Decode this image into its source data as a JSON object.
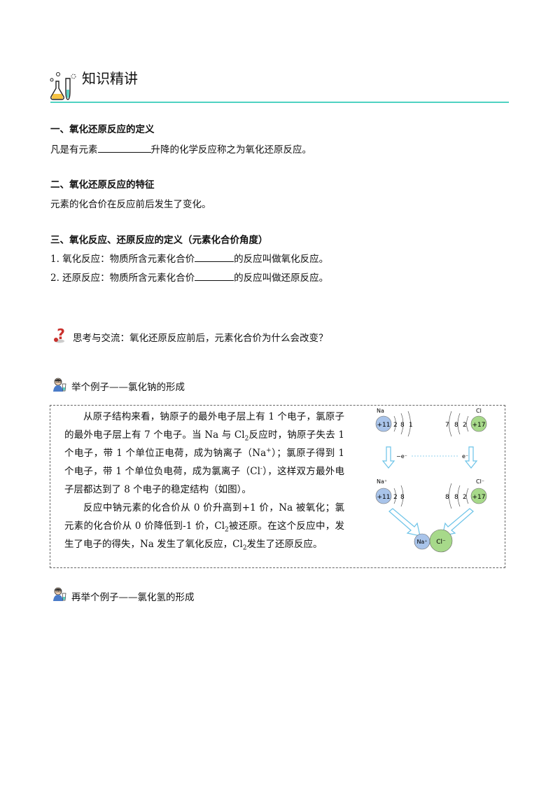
{
  "header": {
    "title": "知识精讲"
  },
  "sections": [
    {
      "heading": "一、氧化还原反应的定义",
      "line1_pre": "凡是有元素",
      "line1_post": "升降的化学反应称之为氧化还原反应。"
    },
    {
      "heading": "二、氧化还原反应的特征",
      "line1": "元素的化合价在反应前后发生了变化。"
    },
    {
      "heading": "三、氧化反应、还原反应的定义（元素化合价角度）",
      "item1_pre": "1. 氧化反应：物质所含元素化合价",
      "item1_post": "的反应叫做氧化反应。",
      "item2_pre": "2. 还原反应：物质所含元素化合价",
      "item2_post": "的反应叫做还原反应。"
    }
  ],
  "think": {
    "text": "思考与交流：氧化还原反应前后，元素化合价为什么会改变？"
  },
  "example1": {
    "title": "举个例子——氯化钠的形成",
    "para1": {
      "a": "从原子结构来看，钠原子的最外电子层上有 1 个电子，氯原子的最外电子层上有 7 个电子。当 Na 与 Cl",
      "a_sub": "2",
      "b": "反应时，钠原子失去 1 个电子，带 1 个单位正电荷，成为钠离子（Na",
      "b_sup": "+",
      "c": "）；氯原子得到 1 个电子，带 1 个单位负电荷，成为氯离子（Cl",
      "c_sup": "-",
      "d": "），这样双方最外电子层都达到了 8 个电子的稳定结构（如图）。"
    },
    "para2": {
      "a": "反应中钠元素的化合价从 0 价升高到+1 价，Na 被氧化；氯元素的化合价从 0 价降低到-1 价，Cl",
      "a_sub": "2",
      "b": "被还原。在这个反应中，发生了电子的得失，Na 发生了氧化反应，Cl",
      "b_sub": "2",
      "c": "发生了还原反应。"
    },
    "diagram": {
      "na_label": "Na",
      "na_nucleus": "+11",
      "na_shells": [
        "2",
        "8",
        "1"
      ],
      "cl_label": "Cl",
      "cl_nucleus": "+17",
      "cl_shells": [
        "7",
        "8",
        "2"
      ],
      "electron_left": "−e⁻",
      "electron_right": "e⁻",
      "na_ion_label": "Na⁺",
      "na_ion_shells": [
        "2",
        "8"
      ],
      "cl_ion_label": "Cl⁻",
      "cl_ion_shells": [
        "8",
        "8",
        "2"
      ],
      "ion_na": "Na⁺",
      "ion_cl": "Cl⁻",
      "color_na": "#a9c4ea",
      "color_cl": "#a7d98a"
    }
  },
  "example2": {
    "title": "再举个例子——氯化氢的形成"
  }
}
